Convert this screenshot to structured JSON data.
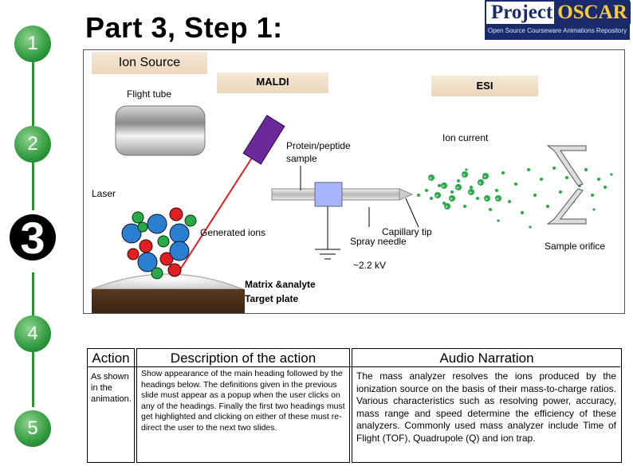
{
  "title": "Part 3, Step 1:",
  "logo": {
    "word1": "Project",
    "word2": "OSCAR",
    "tagline": "Open Source Courseware Animations Repository"
  },
  "steps": [
    "1",
    "2",
    "3",
    "4",
    "5"
  ],
  "headings": {
    "ion_source": "Ion Source",
    "maldi": "MALDI",
    "esi": "ESI"
  },
  "diagram_labels": {
    "flight_tube": "Flight tube",
    "protein_sample": "Protein/peptide sample",
    "ion_current": "Ion current",
    "laser": "Laser",
    "generated_ions": "Generated ions",
    "capillary_tip": "Capillary tip",
    "spray_needle": "Spray needle",
    "sample_orifice": "Sample orifice",
    "voltage": "~2.2 kV",
    "matrix_analyte": "Matrix &analyte",
    "target_plate": "Target plate"
  },
  "table": {
    "headers": {
      "action": "Action",
      "description": "Description of the action",
      "audio": "Audio Narration"
    },
    "action_text": "As shown in the animation.",
    "description_text": "Show appearance of the main heading followed by the headings below. The definitions given in the previous slide must appear as a popup when the user clicks on any of the headings. Finally the first two headings must get highlighted and clicking on either of these must re-direct the user to the next two slides.",
    "audio_text": "The mass analyzer resolves the ions produced by the ionization source on the basis of their mass-to-charge ratios. Various characteristics such as resolving power, accuracy, mass range and speed determine the efficiency of these analyzers. Commonly used mass analyzer include Time of Flight (TOF), Quadrupole (Q) and ion trap."
  },
  "colors": {
    "step_green": "#2f9a3d",
    "laser": "#e02020",
    "sample_box": "#6a2a9a",
    "ion_blue": "#2a7fd0",
    "ion_red": "#e02020",
    "ion_green": "#2aa84a"
  }
}
